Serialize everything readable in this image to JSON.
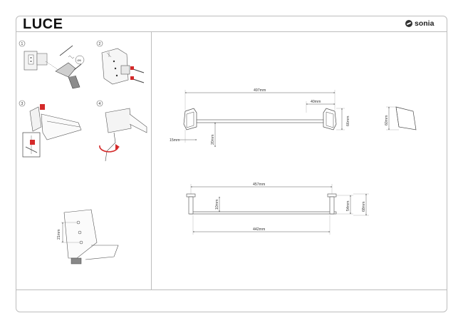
{
  "header": {
    "product_name": "LUCE",
    "brand_name": "sonia"
  },
  "steps": [
    "1",
    "2",
    "3",
    "4"
  ],
  "detail": {
    "fixing_spacing": "21mm"
  },
  "front_view": {
    "overall_length": "497mm",
    "bracket_depth": "40mm",
    "bracket_height": "66mm",
    "bracket_offset": "15mm",
    "bar_height": "20mm"
  },
  "side_view": {
    "bracket_height": "60mm"
  },
  "top_view": {
    "outer_length": "457mm",
    "inner_length": "442mm",
    "bar_offset": "10mm",
    "depth_inner": "54mm",
    "depth_outer": "68mm"
  },
  "colors": {
    "line": "#4a4a4a",
    "frame": "#bdbdbd",
    "accent_red": "#d42a2a"
  }
}
